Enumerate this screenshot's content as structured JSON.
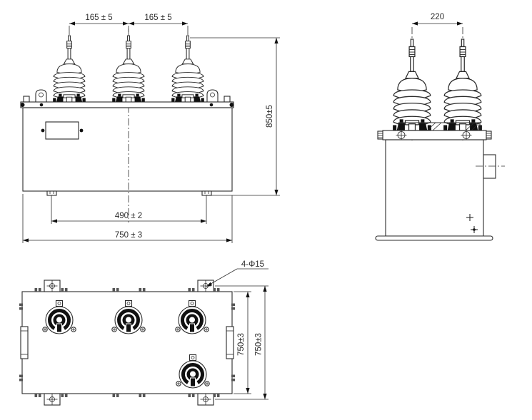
{
  "front_view": {
    "dim_bushing_spacing_left": "165 ± 5",
    "dim_bushing_spacing_right": "165 ± 5",
    "dim_overall_height": "850±5",
    "dim_feet_spacing": "490 ± 2",
    "dim_overall_width": "750 ± 3"
  },
  "side_view": {
    "dim_bushing_spacing": "220"
  },
  "top_view": {
    "dim_hole_callout": "4-Φ15",
    "dim_body_depth": "750±3",
    "dim_mounting_depth": "750±3"
  },
  "colors": {
    "line": "#2b2b2b",
    "background": "#ffffff",
    "black_fill": "#111111"
  }
}
